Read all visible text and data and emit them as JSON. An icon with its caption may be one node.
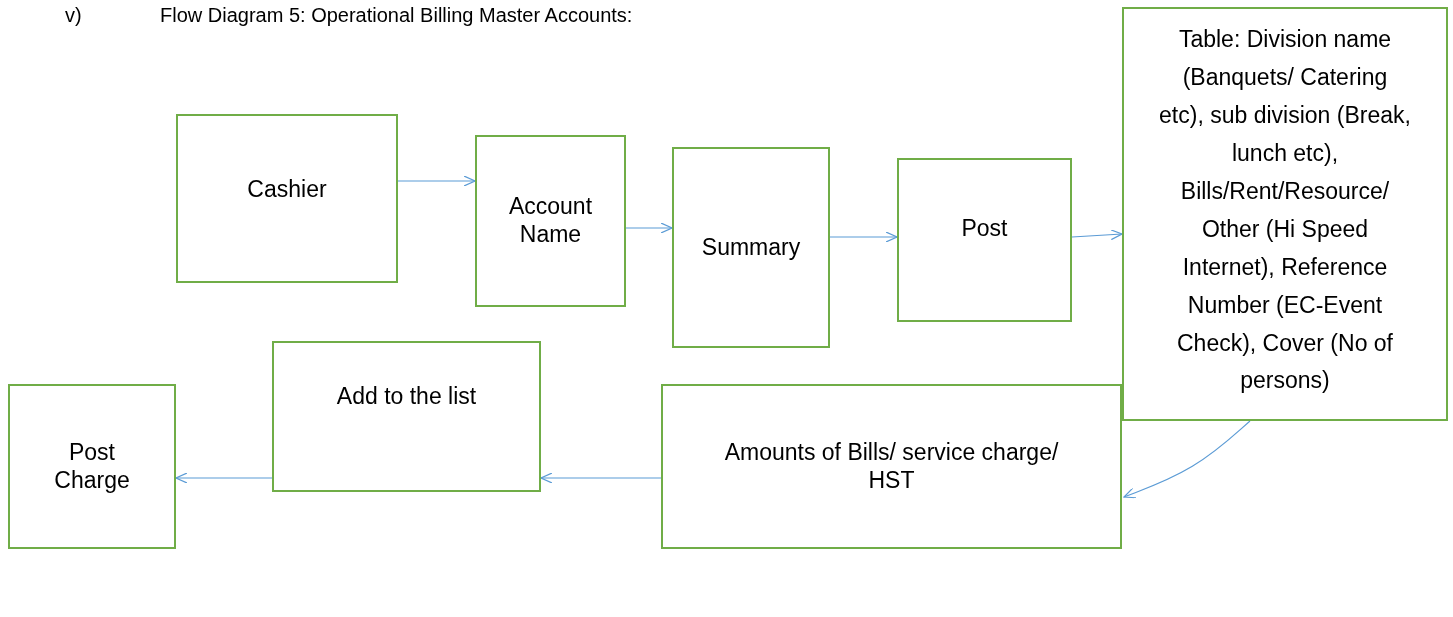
{
  "diagram": {
    "title": "Flow Diagram 5: Operational Billing Master Accounts:",
    "nodes": [
      {
        "text": [
          "Cashier"
        ]
      },
      {
        "text": [
          "Account Name"
        ]
      },
      {
        "text": [
          "Summary"
        ]
      },
      {
        "text": [
          "Post"
        ]
      },
      {
        "text": [
          "Table: Division name (Banquets/ Catering etc), sub division (Break, lunch etc), Bills/Rent/Resource/ Other (Hi Speed Internet), Reference Number (EC-Event Check), Cover (No of persons)"
        ]
      },
      {
        "text": [
          "Amounts of Bills/ service charge/ HST"
        ]
      },
      {
        "text": [
          "Add to the list"
        ]
      },
      {
        "text": [
          "Post Charge"
        ]
      }
    ],
    "edges": [
      {
        "from": 0,
        "to": 1,
        "arrow": "to"
      },
      {
        "from": 1,
        "to": 2,
        "arrow": "to"
      },
      {
        "from": 2,
        "to": 3,
        "arrow": "to"
      },
      {
        "from": 3,
        "to": 4,
        "arrow": "to"
      },
      {
        "from": 4,
        "to": 5,
        "arrow": "to"
      },
      {
        "from": 5,
        "to": 6,
        "arrow": "to"
      },
      {
        "from": 6,
        "to": 7,
        "arrow": "to"
      }
    ],
    "labels": [
      "v)"
    ]
  }
}
